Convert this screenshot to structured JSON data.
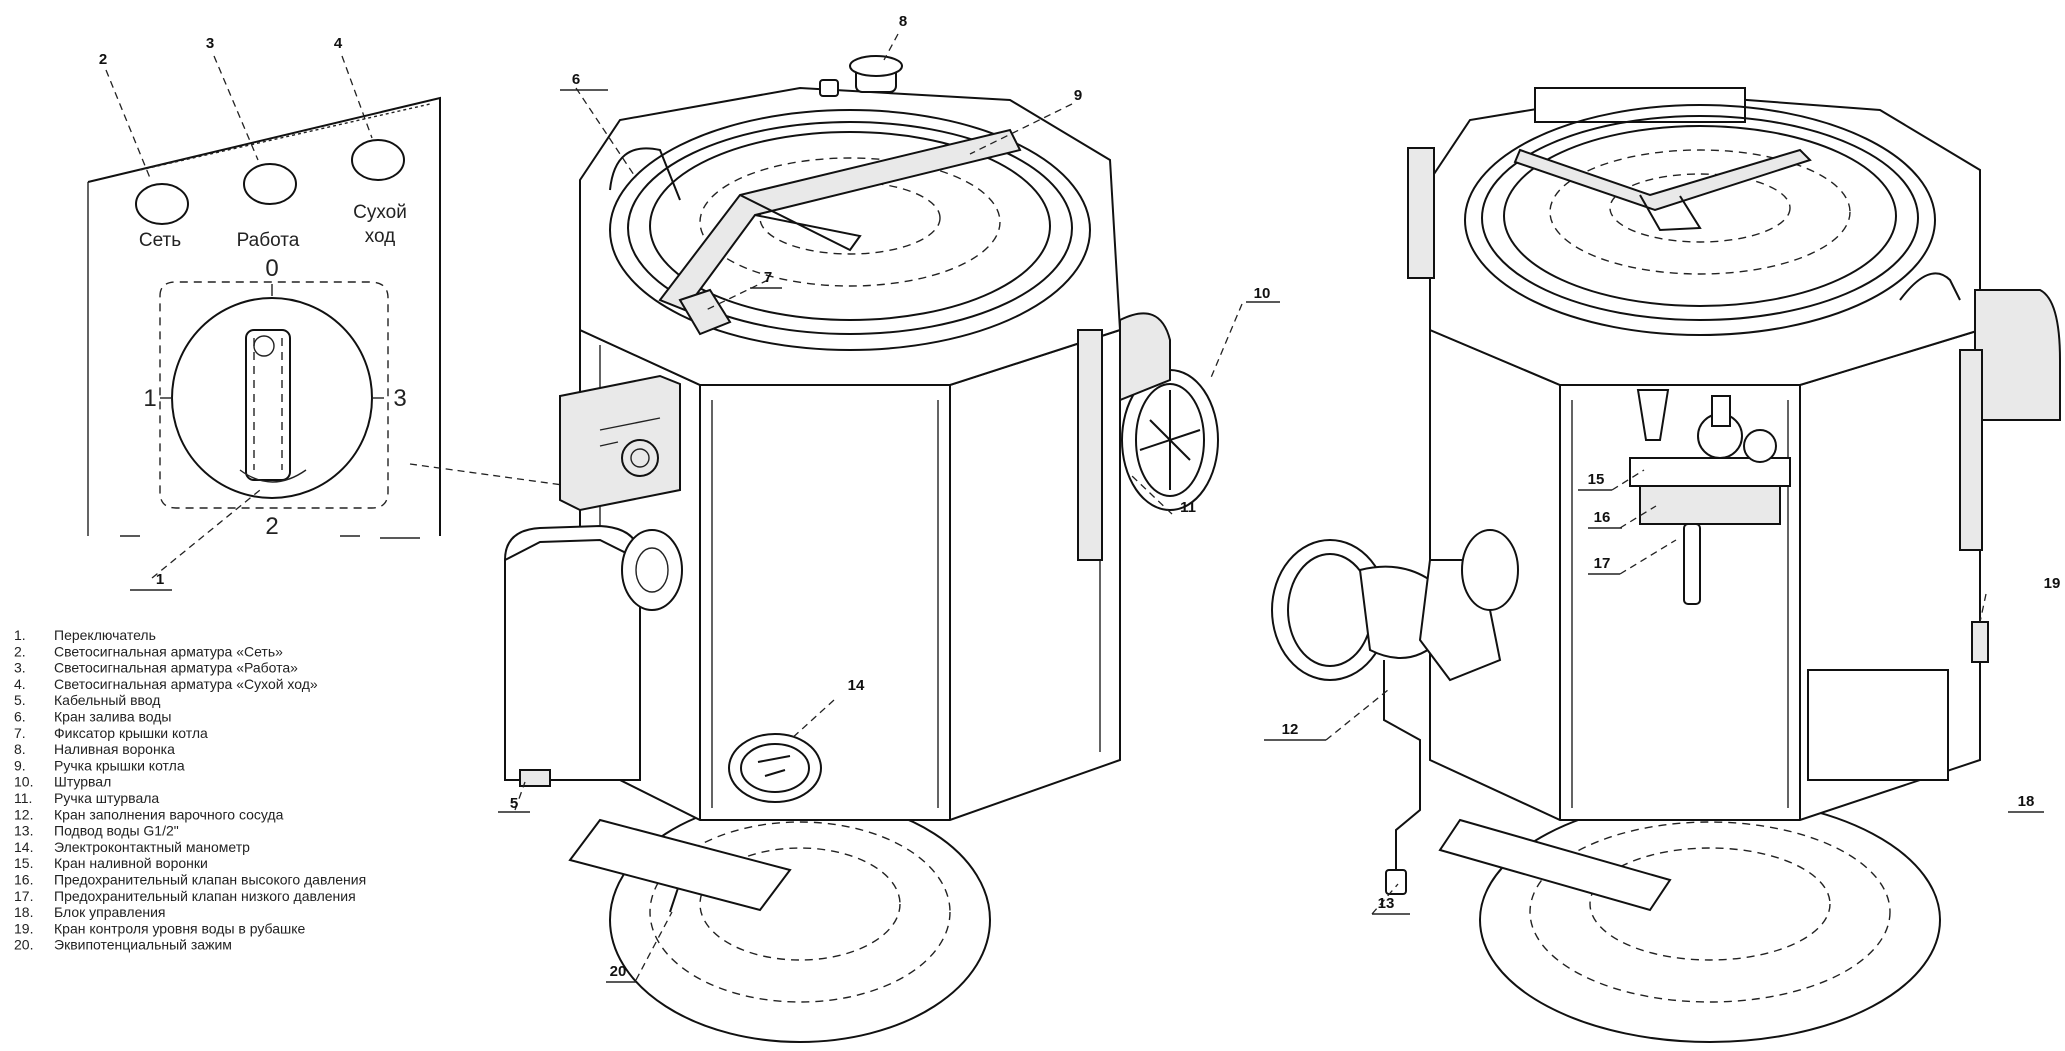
{
  "panel": {
    "lamp_labels": [
      "Сеть",
      "Работа",
      "Сухой",
      "ход"
    ],
    "switch_marks": [
      "0",
      "1",
      "2",
      "3"
    ]
  },
  "callouts": [
    "1",
    "2",
    "3",
    "4",
    "5",
    "6",
    "7",
    "8",
    "9",
    "10",
    "11",
    "12",
    "13",
    "14",
    "15",
    "16",
    "17",
    "18",
    "19",
    "20"
  ],
  "legend": [
    {
      "num": "1.",
      "text": "Переключатель"
    },
    {
      "num": "2.",
      "text": "Светосигнальная арматура «Сеть»"
    },
    {
      "num": "3.",
      "text": "Светосигнальная арматура «Работа»"
    },
    {
      "num": "4.",
      "text": "Светосигнальная арматура «Сухой ход»"
    },
    {
      "num": "5.",
      "text": "Кабельный ввод"
    },
    {
      "num": "6.",
      "text": "Кран залива воды"
    },
    {
      "num": "7.",
      "text": "Фиксатор крышки котла"
    },
    {
      "num": "8.",
      "text": "Наливная воронка"
    },
    {
      "num": "9.",
      "text": "Ручка крышки котла"
    },
    {
      "num": "10.",
      "text": "Штурвал"
    },
    {
      "num": "11.",
      "text": "Ручка штурвала"
    },
    {
      "num": "12.",
      "text": "Кран заполнения варочного сосуда"
    },
    {
      "num": "13.",
      "text": "Подвод воды G1/2\""
    },
    {
      "num": "14.",
      "text": "Электроконтактный манометр"
    },
    {
      "num": "15.",
      "text": "Кран наливной воронки"
    },
    {
      "num": "16.",
      "text": "Предохранительный клапан высокого давления"
    },
    {
      "num": "17.",
      "text": "Предохранительный клапан низкого давления"
    },
    {
      "num": "18.",
      "text": "Блок управления"
    },
    {
      "num": "19.",
      "text": "Кран контроля уровня воды в рубашке"
    },
    {
      "num": "20.",
      "text": "Эквипотенциальный зажим"
    }
  ]
}
